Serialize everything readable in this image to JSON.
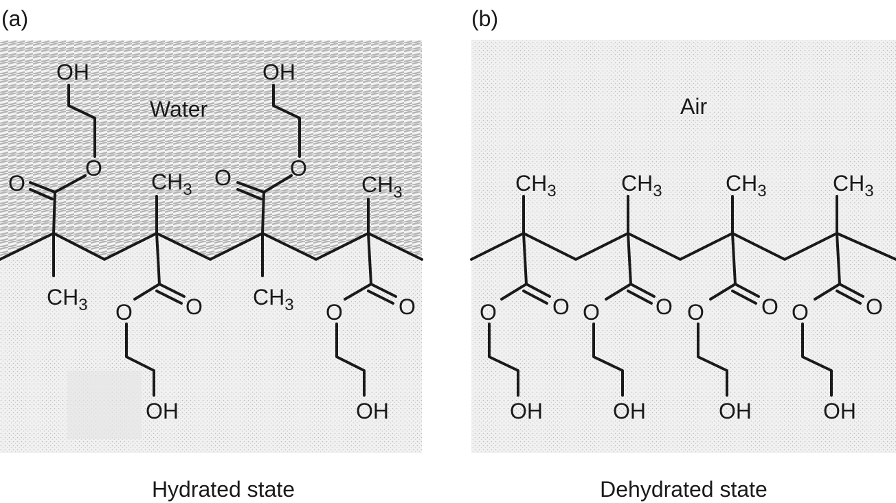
{
  "panel_a": {
    "label": "(a)",
    "medium_label": "Water",
    "caption": "Hydrated state",
    "atoms": {
      "hydroxyl": "OH",
      "oxygen": "O",
      "methyl_base": "CH",
      "methyl_sub": "3"
    }
  },
  "panel_b": {
    "label": "(b)",
    "medium_label": "Air",
    "caption": "Dehydrated state",
    "atoms": {
      "hydroxyl": "OH",
      "oxygen": "O",
      "methyl_base": "CH",
      "methyl_sub": "3"
    }
  },
  "colors": {
    "water_hatch": "#b5b5b5",
    "stipple": "#c8c8c8",
    "background": "#f2f2f2",
    "ink": "#1a1a1a"
  }
}
